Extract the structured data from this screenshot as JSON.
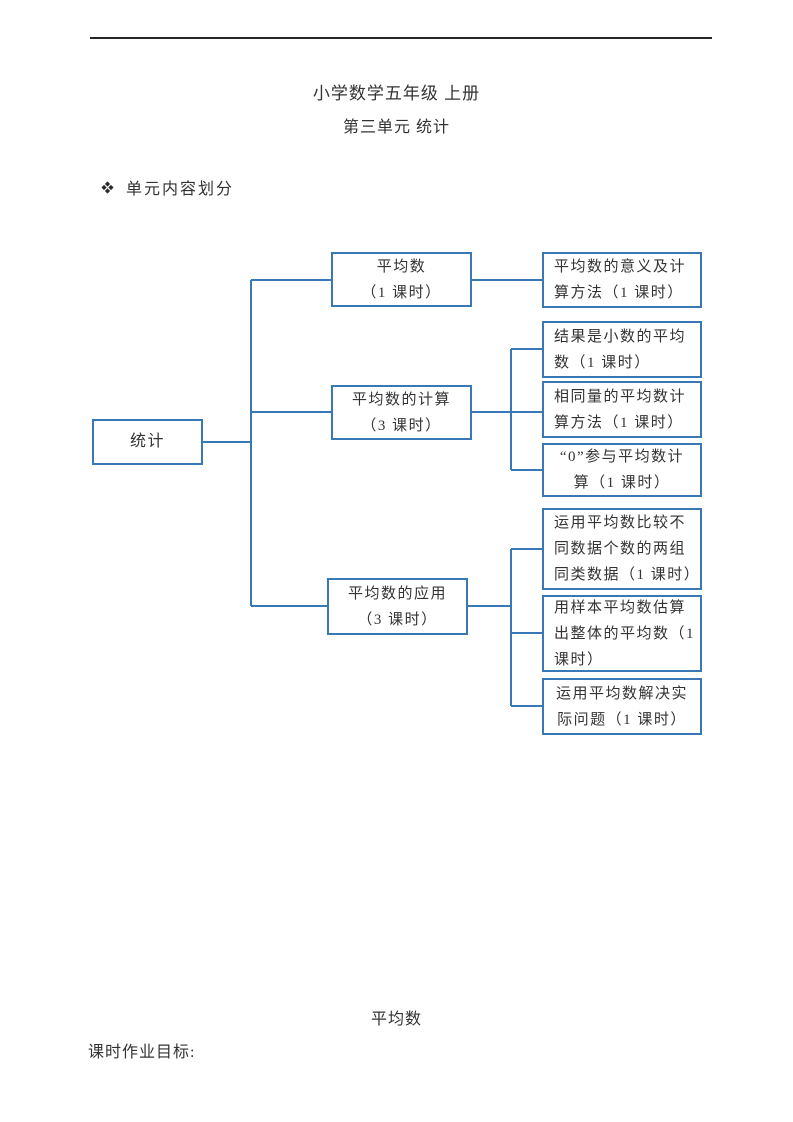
{
  "page": {
    "title": "小学数学五年级 上册",
    "subtitle": "第三单元 统计",
    "section_heading": "单元内容划分",
    "footer_heading": "平均数",
    "footer_label": "课时作业目标:"
  },
  "colors": {
    "diagram_blue": "#3878B4",
    "text": "#333333",
    "rule_black": "#262626"
  },
  "diagram": {
    "root": {
      "lines": [
        "统计"
      ]
    },
    "branches": [
      {
        "lines": [
          "平均数",
          "（1 课时）"
        ]
      },
      {
        "lines": [
          "平均数的计算",
          "（3 课时）"
        ]
      },
      {
        "lines": [
          "平均数的应用",
          "（3 课时）"
        ]
      }
    ],
    "leaves": [
      {
        "lines": [
          "平均数的意义及计",
          "算方法（1 课时）"
        ]
      },
      {
        "lines": [
          "结果是小数的平均",
          "数（1 课时）"
        ]
      },
      {
        "lines": [
          "相同量的平均数计",
          "算方法（1 课时）"
        ]
      },
      {
        "lines": [
          "“0”参与平均数计",
          "算（1 课时）"
        ]
      },
      {
        "lines": [
          "运用平均数比较不",
          "同数据个数的两组",
          "同类数据（1 课时）"
        ]
      },
      {
        "lines": [
          "用样本平均数估算",
          "出整体的平均数（1",
          "课时）"
        ]
      },
      {
        "lines": [
          "运用平均数解决实",
          "际问题（1 课时）"
        ]
      }
    ]
  }
}
